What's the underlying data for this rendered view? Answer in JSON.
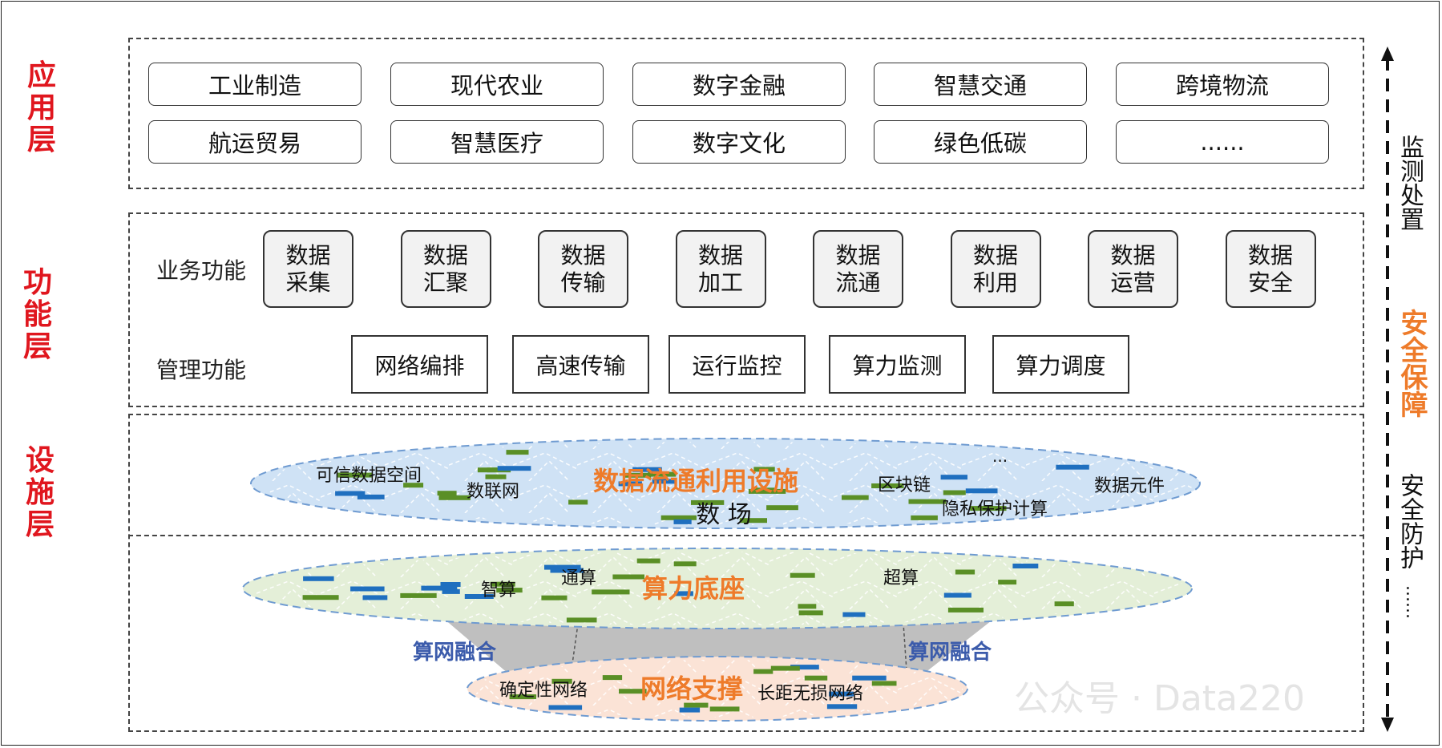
{
  "layers": {
    "app": "应用层",
    "func": "功能层",
    "infra": "设施层"
  },
  "apps": [
    "工业制造",
    "现代农业",
    "数字金融",
    "智慧交通",
    "跨境物流",
    "航运贸易",
    "智慧医疗",
    "数字文化",
    "绿色低碳",
    "......"
  ],
  "business_label": "业务功能",
  "business": [
    "数据采集",
    "数据汇聚",
    "数据传输",
    "数据加工",
    "数据流通",
    "数据利用",
    "数据运营",
    "数据安全"
  ],
  "management_label": "管理功能",
  "management": [
    "网络编排",
    "高速传输",
    "运行监控",
    "算力监测",
    "算力调度"
  ],
  "data_field": {
    "title": "数据流通利用设施",
    "subtitle": "数 场",
    "labels": [
      "可信数据空间",
      "数联网",
      "区块链",
      "隐私保护计算",
      "数据元件",
      "..."
    ]
  },
  "compute": {
    "title": "算力底座",
    "labels": [
      "智算",
      "通算",
      "超算"
    ]
  },
  "fusion": [
    "算网融合",
    "算网融合"
  ],
  "network": {
    "title": "网络支撑",
    "labels": [
      "确定性网络",
      "长距无损网络"
    ]
  },
  "side": {
    "monitor": "监测处置",
    "security_title": "安全保障",
    "protect": "安全防护",
    "more": "......"
  },
  "watermark": "公众号 · Data220",
  "colors": {
    "layer_red": "#e0161e",
    "accent_orange": "#ee7b2a",
    "fusion_blue": "#3b5bab",
    "data_ellipse": "#cfe2f5",
    "compute_ellipse": "#e4efd8",
    "network_ellipse": "#fbe3d6"
  }
}
